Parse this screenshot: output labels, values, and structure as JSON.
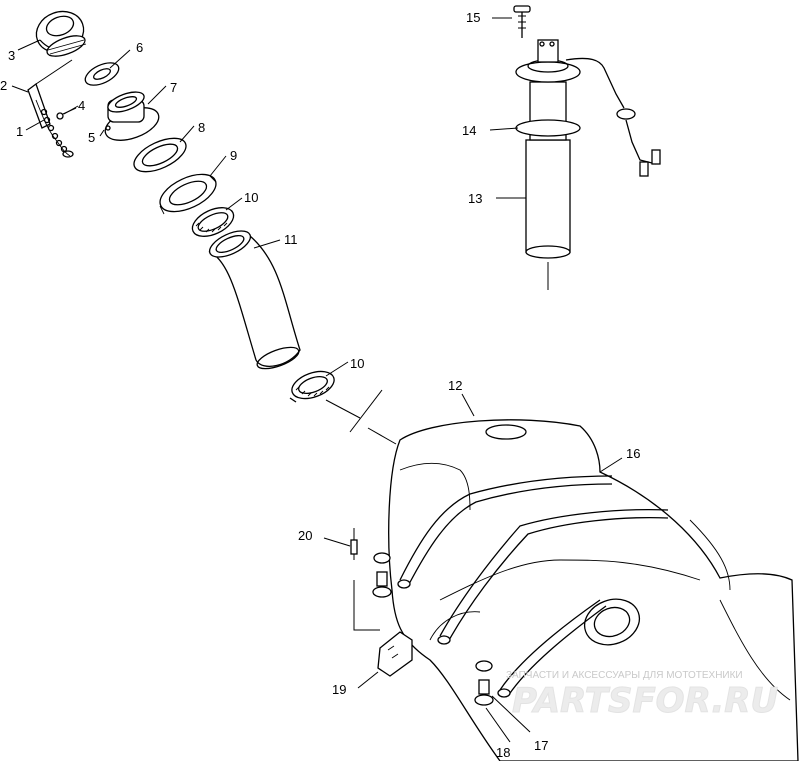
{
  "diagram": {
    "callouts": {
      "c1": "1",
      "c2": "2",
      "c3": "3",
      "c4": "4",
      "c5": "5",
      "c6": "6",
      "c7": "7",
      "c8": "8",
      "c9": "9",
      "c10a": "10",
      "c10b": "10",
      "c11": "11",
      "c12": "12",
      "c13": "13",
      "c14": "14",
      "c15": "15",
      "c16": "16",
      "c17": "17",
      "c18": "18",
      "c19": "19",
      "c20": "20"
    }
  },
  "watermark": {
    "tagline": "ЗАПЧАСТИ И АКСЕССУАРЫ ДЛЯ МОТОТЕХНИКИ",
    "logo": "PARTSFOR.RU"
  }
}
